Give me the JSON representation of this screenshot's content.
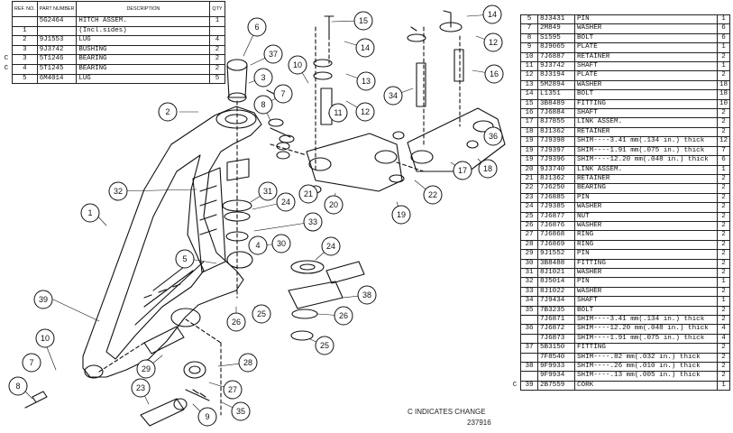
{
  "left_table": {
    "headers": {
      "ref": "REF. NO.",
      "part": "PART NUMBER",
      "desc": "DESCRIPTION",
      "qty": "QTY"
    },
    "rows": [
      {
        "ch": "",
        "ref": "",
        "part": "5G2464",
        "desc": "HITCH ASSEM.",
        "qty": "1"
      },
      {
        "ch": "",
        "ref": "1",
        "part": "",
        "desc": "(Incl.sides)",
        "qty": ""
      },
      {
        "ch": "",
        "ref": "2",
        "part": "9J1553",
        "desc": "LUG",
        "qty": "4"
      },
      {
        "ch": "",
        "ref": "3",
        "part": "9J3742",
        "desc": "BUSHING",
        "qty": "2"
      },
      {
        "ch": "C",
        "ref": "3",
        "part": "5T1246",
        "desc": "BEARING",
        "qty": "2"
      },
      {
        "ch": "C",
        "ref": "4",
        "part": "5T1245",
        "desc": "BEARING",
        "qty": "2"
      },
      {
        "ch": "",
        "ref": "5",
        "part": "6M4014",
        "desc": "LUG",
        "qty": "5"
      }
    ]
  },
  "right_table": {
    "rows": [
      {
        "ch": "",
        "ref": "5",
        "part": "8J3431",
        "desc": "PIN",
        "qty": "1"
      },
      {
        "ch": "",
        "ref": "7",
        "part": "2M849",
        "desc": "WASHER",
        "qty": "6"
      },
      {
        "ch": "",
        "ref": "8",
        "part": "S1595",
        "desc": "BOLT",
        "qty": "6"
      },
      {
        "ch": "",
        "ref": "9",
        "part": "8J9065",
        "desc": "PLATE",
        "qty": "1"
      },
      {
        "ch": "",
        "ref": "10",
        "part": "7J6887",
        "desc": "RETAINER",
        "qty": "2"
      },
      {
        "ch": "",
        "ref": "11",
        "part": "9J3742",
        "desc": "SHAFT",
        "qty": "1"
      },
      {
        "ch": "",
        "ref": "12",
        "part": "8J3194",
        "desc": "PLATE",
        "qty": "2"
      },
      {
        "ch": "",
        "ref": "13",
        "part": "5M2894",
        "desc": "WASHER",
        "qty": "18"
      },
      {
        "ch": "",
        "ref": "14",
        "part": "L1351",
        "desc": "BOLT",
        "qty": "18"
      },
      {
        "ch": "",
        "ref": "15",
        "part": "3B8489",
        "desc": "FITTING",
        "qty": "10"
      },
      {
        "ch": "",
        "ref": "16",
        "part": "7J6884",
        "desc": "SHAFT",
        "qty": "2"
      },
      {
        "ch": "",
        "ref": "17",
        "part": "8J7855",
        "desc": "LINK ASSEM.",
        "qty": "2"
      },
      {
        "ch": "",
        "ref": "18",
        "part": "8J1362",
        "desc": "  RETAINER",
        "qty": "2"
      },
      {
        "ch": "",
        "ref": "19",
        "part": "7J9398",
        "desc": "SHIM----3.41 mm(.134 in.) thick",
        "qty": "12"
      },
      {
        "ch": "",
        "ref": "19",
        "part": "7J9397",
        "desc": "SHIM----1.91 mm(.075 in.) thick",
        "qty": "7"
      },
      {
        "ch": "",
        "ref": "19",
        "part": "7J9396",
        "desc": "SHIM----12.20 mm(.048 in.) thick",
        "qty": "6"
      },
      {
        "ch": "",
        "ref": "20",
        "part": "9J3740",
        "desc": "LINK ASSEM.",
        "qty": "1"
      },
      {
        "ch": "",
        "ref": "21",
        "part": "8J1362",
        "desc": "  RETAINER",
        "qty": "2"
      },
      {
        "ch": "",
        "ref": "22",
        "part": "7J6250",
        "desc": "  BEARING",
        "qty": "2"
      },
      {
        "ch": "",
        "ref": "23",
        "part": "7J6885",
        "desc": "PIN",
        "qty": "2"
      },
      {
        "ch": "",
        "ref": "24",
        "part": "7J9385",
        "desc": "WASHER",
        "qty": "2"
      },
      {
        "ch": "",
        "ref": "25",
        "part": "7J6877",
        "desc": "NUT",
        "qty": "2"
      },
      {
        "ch": "",
        "ref": "26",
        "part": "7J6876",
        "desc": "WASHER",
        "qty": "2"
      },
      {
        "ch": "",
        "ref": "27",
        "part": "7J6868",
        "desc": "RING",
        "qty": "2"
      },
      {
        "ch": "",
        "ref": "28",
        "part": "7J6869",
        "desc": "RING",
        "qty": "2"
      },
      {
        "ch": "",
        "ref": "29",
        "part": "9J1552",
        "desc": "PIN",
        "qty": "2"
      },
      {
        "ch": "",
        "ref": "30",
        "part": "3B8488",
        "desc": "FITTING",
        "qty": "2"
      },
      {
        "ch": "",
        "ref": "31",
        "part": "8J1021",
        "desc": "WASHER",
        "qty": "2"
      },
      {
        "ch": "",
        "ref": "32",
        "part": "8J5014",
        "desc": "PIN",
        "qty": "1"
      },
      {
        "ch": "",
        "ref": "33",
        "part": "8J1022",
        "desc": "WASHER",
        "qty": "2"
      },
      {
        "ch": "",
        "ref": "34",
        "part": "7J9434",
        "desc": "SHAFT",
        "qty": "1"
      },
      {
        "ch": "",
        "ref": "35",
        "part": "7B3235",
        "desc": "BOLT",
        "qty": "2"
      },
      {
        "ch": "",
        "ref": "",
        "part": "7J6871",
        "desc": "SHIM----3.41 mm(.134 in.) thick",
        "qty": "2"
      },
      {
        "ch": "",
        "ref": "36",
        "part": "7J6872",
        "desc": "SHIM----12.20 mm(.048 in.) thick",
        "qty": "4"
      },
      {
        "ch": "",
        "ref": "",
        "part": "7J6873",
        "desc": "SHIM----1.91 mm(.075 in.) thick",
        "qty": "4"
      },
      {
        "ch": "",
        "ref": "37",
        "part": "5B3150",
        "desc": "FITTING",
        "qty": "2"
      },
      {
        "ch": "",
        "ref": "",
        "part": "7F8540",
        "desc": "SHIM----.82 mm(.032 in.) thick",
        "qty": "2"
      },
      {
        "ch": "",
        "ref": "38",
        "part": "9F9933",
        "desc": "SHIM----.26 mm(.010 in.) thick",
        "qty": "2"
      },
      {
        "ch": "",
        "ref": "",
        "part": "9F9934",
        "desc": "SHIM----.13 mm(.005 in.) thick",
        "qty": "2"
      },
      {
        "ch": "C",
        "ref": "39",
        "part": "2B7559",
        "desc": "CORK",
        "qty": "1"
      }
    ]
  },
  "footnote": {
    "line1": "C INDICATES CHANGE",
    "line2": "237916"
  },
  "callouts": [
    "1",
    "2",
    "3",
    "4",
    "5",
    "6",
    "7",
    "8",
    "9",
    "10",
    "11",
    "12",
    "13",
    "14",
    "15",
    "16",
    "17",
    "18",
    "19",
    "20",
    "21",
    "22",
    "23",
    "24",
    "25",
    "26",
    "27",
    "28",
    "29",
    "30",
    "31",
    "32",
    "33",
    "34",
    "35",
    "36",
    "37",
    "38",
    "39"
  ]
}
